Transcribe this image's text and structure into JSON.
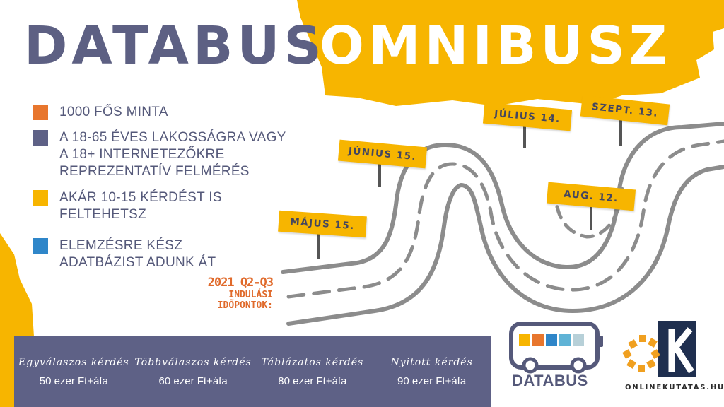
{
  "title": {
    "part1": "DATABUS",
    "part2": "OMNIBUSZ"
  },
  "colors": {
    "yellow": "#f7b500",
    "navy": "#5e6186",
    "orange": "#e8762d",
    "blue": "#2f86c9",
    "road": "#8c8c8c"
  },
  "bullets": [
    {
      "color": "#e8762d",
      "text": "1000 fős  minta"
    },
    {
      "color": "#5e6186",
      "text": "A 18-65 éves lakosságra vagy\nA 18+ internetezőkre\nreprezentatív felmérés"
    },
    {
      "color": "#f7b500",
      "text": "Akár 10-15 kérdést is\nfeltehetsz"
    },
    {
      "color": "#2f86c9",
      "text": "Elemzésre kész\nadatbázist adunk át"
    }
  ],
  "launch": {
    "period": "2021 Q2-Q3",
    "label": "INDULÁSI\nIDŐPONTOK:"
  },
  "signs": [
    {
      "label": "MÁJUS 15."
    },
    {
      "label": "JÚNIUS 15."
    },
    {
      "label": "JÚLIUS 14."
    },
    {
      "label": "SZEPT. 13."
    },
    {
      "label": "AUG. 12."
    }
  ],
  "prices": [
    {
      "name": "Egyválaszos kérdés",
      "value": "50 ezer Ft+áfa"
    },
    {
      "name": "Többválaszos kérdés",
      "value": "60 ezer Ft+áfa"
    },
    {
      "name": "Táblázatos kérdés",
      "value": "80 ezer Ft+áfa"
    },
    {
      "name": "Nyitott kérdés",
      "value": "90 ezer Ft+áfa"
    }
  ],
  "logos": {
    "databus": "DATABUS",
    "onlinekutatas": "ONLINEKUTATAS.HU",
    "databus_blocks": [
      "#f7b500",
      "#e8762d",
      "#2f86c9",
      "#5fb3d6",
      "#b7d0d8"
    ]
  }
}
